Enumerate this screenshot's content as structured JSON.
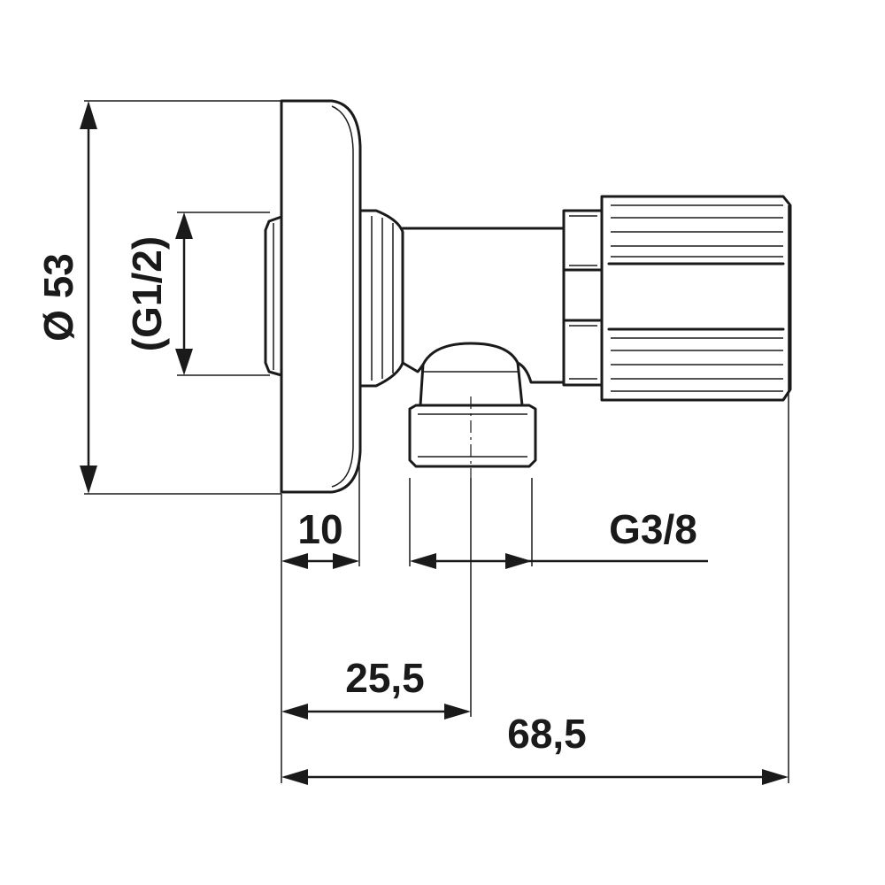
{
  "dimensions": {
    "diameter": "Ø 53",
    "inlet_thread": "(G1/2)",
    "flange_thickness": "10",
    "outlet_thread": "G3/8",
    "outlet_offset": "25,5",
    "overall_length": "68,5"
  },
  "colors": {
    "line": "#1a1a1a",
    "background": "#ffffff"
  }
}
